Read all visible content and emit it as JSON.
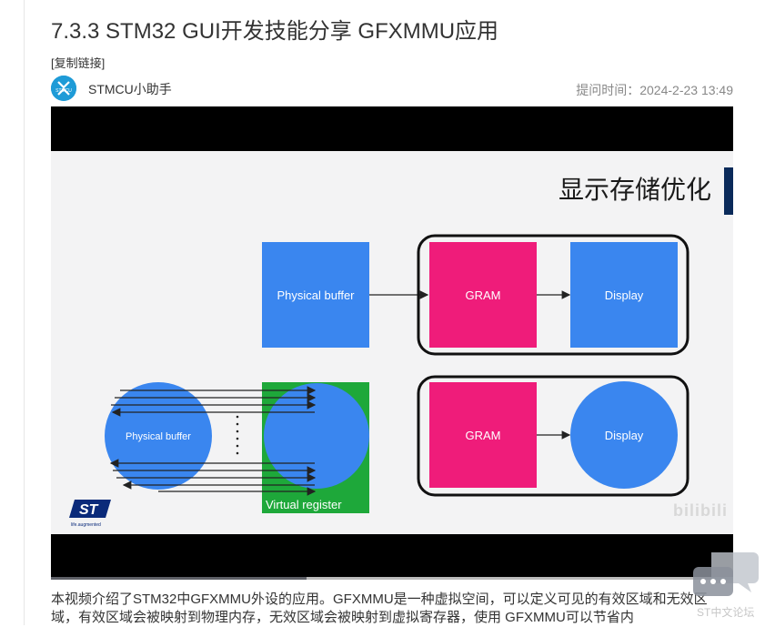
{
  "article": {
    "title": "7.3.3 STM32 GUI开发技能分享 GFXMMU应用",
    "copy_link": "[复制链接]",
    "author": "STMCU小助手",
    "avatar_text": "STMCU",
    "post_time": "提问时间：2024-2-23 13:49"
  },
  "slide": {
    "title": "显示存储优化",
    "top_diagram": {
      "physical_buffer": "Physical buffer",
      "gram": "GRAM",
      "display": "Display"
    },
    "bottom_diagram": {
      "physical_buffer": "Physical buffer",
      "virtual_register": "Virtual register",
      "gram": "GRAM",
      "display": "Display"
    },
    "logo_tagline": "life.augmented",
    "watermark": "bilibili"
  },
  "player": {
    "progress_fraction": 0.375
  },
  "description": "本视频介绍了STM32中GFXMMU外设的应用。GFXMMU是一种虚拟空间，可以定义可见的有效区域和无效区域，有效区域会被映射到物理内存，无效区域会被映射到虚拟寄存器，使用 GFXMMU可以节省内",
  "floating": {
    "forum_name": "ST中文论坛"
  },
  "colors": {
    "blue": "#3a86ef",
    "pink": "#ef1c7a",
    "green": "#1ea83a",
    "navy": "#0a2a5a"
  }
}
